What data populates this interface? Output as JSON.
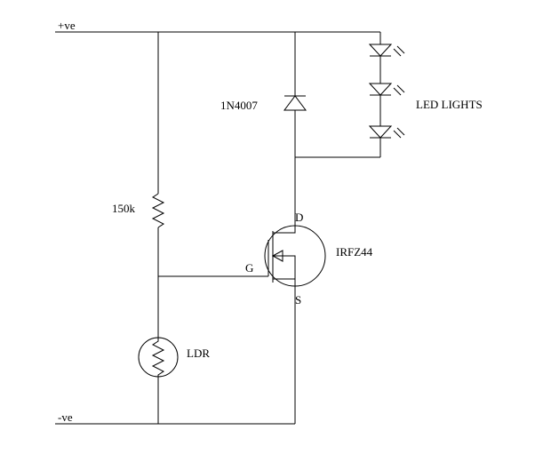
{
  "labels": {
    "positive_rail": "+ve",
    "negative_rail": "-ve",
    "diode": "1N4007",
    "led": "LED LIGHTS",
    "resistor": "150k",
    "ldr": "LDR",
    "mosfet": "IRFZ44",
    "drain": "D",
    "gate": "G",
    "source": "S"
  },
  "colors": {
    "line": "#000000",
    "background": "#ffffff"
  }
}
